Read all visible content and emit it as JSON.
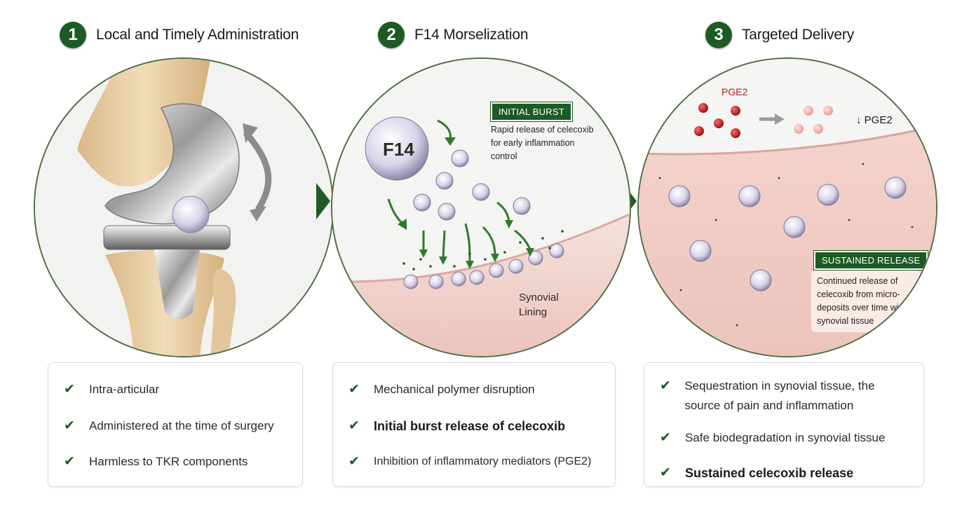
{
  "steps": [
    {
      "number": "1",
      "title": "Local and Timely Administration",
      "items": [
        {
          "text": "Intra-articular",
          "bold": false
        },
        {
          "text": "Administered at the time of surgery",
          "bold": false
        },
        {
          "text": "Harmless to TKR components",
          "bold": false
        }
      ]
    },
    {
      "number": "2",
      "title": "F14 Morselization",
      "particle_label": "F14",
      "tag": "INITIAL BURST",
      "note": "Rapid release of celecoxib for early inflammation control",
      "lining_label_1": "Synovial",
      "lining_label_2": "Lining",
      "items": [
        {
          "text": "Mechanical polymer disruption",
          "bold": false
        },
        {
          "text": "Initial burst release of celecoxib",
          "bold": true
        },
        {
          "text": "Inhibition of inflammatory mediators (PGE2)",
          "bold": false
        }
      ]
    },
    {
      "number": "3",
      "title": "Targeted Delivery",
      "pge2_label": "PGE2",
      "pge2_down_label": "↓ PGE2",
      "tag": "SUSTAINED RELEASE",
      "note": "Continued release of celecoxib from micro-deposits over time within synovial tissue",
      "items": [
        {
          "text": "Sequestration in synovial tissue, the source of pain and inflammation",
          "bold": false
        },
        {
          "text": "Safe biodegradation in synovial tissue",
          "bold": false
        },
        {
          "text": "Sustained celecoxib release",
          "bold": true
        }
      ]
    }
  ],
  "colors": {
    "accent_green": "#1d5a24",
    "bone": "#e8cfa6",
    "tissue": "#f2d5cf",
    "pge2_red": "#b3161b",
    "pge2_faded": "#f2b3ad"
  },
  "icons": [
    "check-icon",
    "next-step-arrow-icon",
    "rotation-arrow-icon",
    "release-arrow-icon"
  ]
}
